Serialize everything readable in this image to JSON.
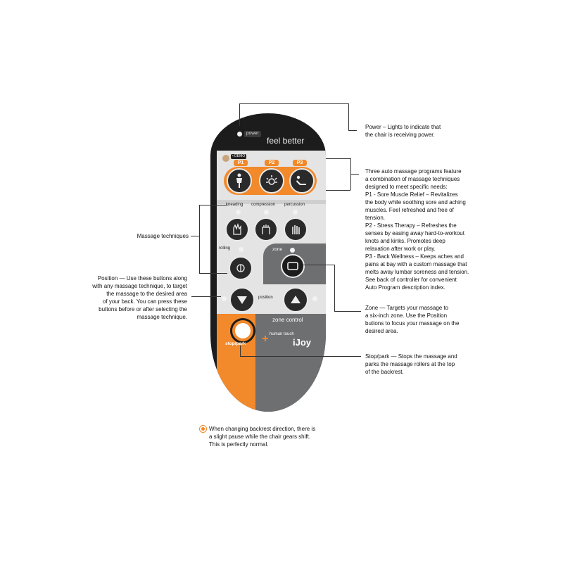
{
  "remote": {
    "power_label": "power",
    "feel_better": "feel better",
    "demo_label": "DEMO",
    "programs": [
      "P1",
      "P2",
      "P3"
    ],
    "techniques": [
      "kneading",
      "compression",
      "percussion"
    ],
    "rolling_label": "rolling",
    "zone_label": "zone",
    "position_label": "position",
    "zone_control_label": "zone control",
    "stop_park_label": "stop/park",
    "brand_small": "human touch",
    "brand_big": "iJoy"
  },
  "annotations": {
    "power": "Power – Lights to indicate that\nthe chair is receiving power.",
    "programs": "Three auto massage programs feature\na combination of massage techniques\ndesigned to meet specific needs:\nP1 - Sore Muscle Relief – Revitalizes\nthe body while soothing sore and aching\nmuscles. Feel refreshed and free of\ntension.\nP2 - Stress Therapy – Refreshes the\nsenses by easing away hard-to-workout\nknots and kinks. Promotes deep\nrelaxation after work or play.\nP3 - Back Wellness – Keeps aches and\npains at bay with a custom massage that\nmelts away lumbar soreness and tension.\nSee back of controller for convenient\nAuto Program description index.",
    "massage_techniques": "Massage techniques",
    "position": "Position — Use these buttons along\nwith any massage technique, to target\nthe massage to the desired area\nof your back. You can press these\nbuttons before or after selecting the\nmassage technique.",
    "zone": "Zone — Targets your massage to\na six-inch zone. Use the Position\nbuttons to focus your massage on the\ndesired area.",
    "stop_park": "Stop/park — Stops the massage and\nparks the massage rollers at the top\nof the backrest.",
    "note": "When changing backrest direction, there is\na slight pause while the chair gears shift.\nThis is perfectly normal."
  },
  "colors": {
    "orange": "#f2892b",
    "panel_gray": "#6e6f71",
    "light_panel": "#e4e4e4",
    "body": "#1c1c1c"
  },
  "icons": [
    "power-led-icon",
    "standing-person-icon",
    "sunburst-icon",
    "reclining-person-icon",
    "kneading-hand-icon",
    "compression-hand-icon",
    "percussion-hand-icon",
    "rolling-hand-icon",
    "zone-rect-icon",
    "arrow-down-icon",
    "arrow-up-icon",
    "stop-circle-icon",
    "human-touch-logo-icon",
    "note-bullet-icon"
  ]
}
